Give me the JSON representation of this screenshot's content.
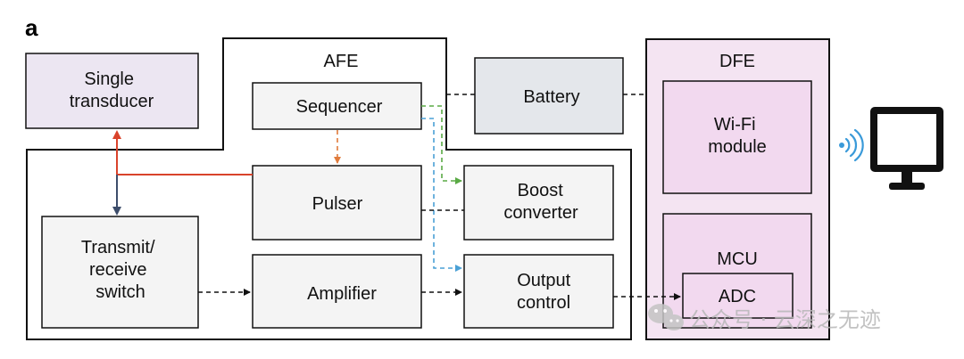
{
  "figure_letter": "a",
  "colors": {
    "block_fill": "#f4f4f4",
    "transducer_fill": "#ece6f2",
    "battery_fill": "#e4e7eb",
    "dfe_fill": "#f4e4f2",
    "dfe_inner_fill": "#f2d9ef",
    "stroke": "#111111",
    "tx_line": "#d9432b",
    "rx_line": "#3d4d6b",
    "seq_pulser": "#e07b3c",
    "seq_boost": "#5aaa45",
    "seq_output": "#4aa0d5",
    "monitor": "#111111",
    "wifi_waves": "#3a9ad9"
  },
  "blocks": {
    "transducer": [
      "Single",
      "transducer"
    ],
    "afe_label": "AFE",
    "sequencer": "Sequencer",
    "pulser": "Pulser",
    "boost": [
      "Boost",
      "converter"
    ],
    "tr_switch": [
      "Transmit/",
      "receive",
      "switch"
    ],
    "amplifier": "Amplifier",
    "output": [
      "Output",
      "control"
    ],
    "battery": "Battery",
    "dfe_label": "DFE",
    "wifi": [
      "Wi-Fi",
      "module"
    ],
    "mcu": "MCU",
    "adc": "ADC"
  },
  "icons": {
    "wireless": "wireless-waves-icon",
    "display": "monitor-icon",
    "watermark_logo": "wechat-icon"
  },
  "watermark": "公众号 · 云深之无迹"
}
